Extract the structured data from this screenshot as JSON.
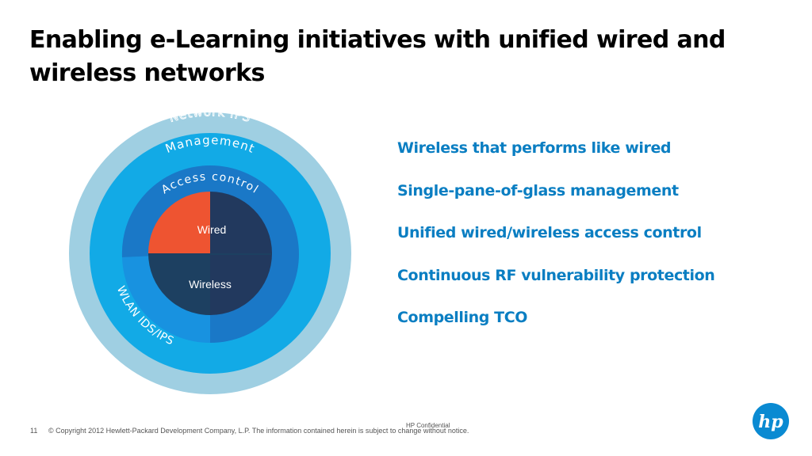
{
  "slide": {
    "title": "Enabling e-Learning initiatives with unified wired and wireless networks"
  },
  "diagram": {
    "rings": {
      "outer": "Network IPS",
      "second": "Management",
      "third": "Access control",
      "side": "WLAN IDS/IPS"
    },
    "center": {
      "wired": "Wired",
      "wireless": "Wireless"
    },
    "colors": {
      "outer": "#9fcfe2",
      "second": "#12aae6",
      "third": "#1a78c7",
      "side": "#1892e0",
      "quadrant_orange": "#ee5431",
      "quadrant_navy": "#22395e",
      "quadrant_dark": "#1d4061",
      "ring_text": "#ffffff"
    }
  },
  "bullets": [
    "Wireless that performs like wired",
    "Single-pane-of-glass management",
    "Unified wired/wireless access control",
    "Continuous RF vulnerability protection",
    "Compelling TCO"
  ],
  "footer": {
    "page_number": "11",
    "copyright": "© Copyright 2012 Hewlett-Packard Development Company, L.P.  The information contained herein is subject to change without notice.",
    "confidential": "HP Confidential"
  },
  "logo": {
    "text": "hp",
    "color": "#0a8ad2"
  }
}
